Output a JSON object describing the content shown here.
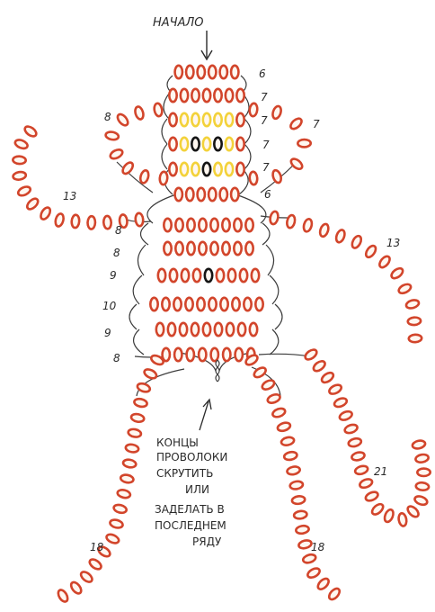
{
  "title": "НАЧАЛО",
  "note_lines": [
    "КОНЦЫ",
    "ПРОВОЛОКИ",
    "СКРУТИТЬ",
    "ИЛИ",
    "ЗАДЕЛАТЬ В",
    "ПОСЛЕДНЕМ",
    "РЯДУ"
  ],
  "row_counts": {
    "head": [
      "6",
      "7",
      "7",
      "7",
      "7"
    ],
    "neck": "6",
    "ears": [
      "8",
      "7"
    ],
    "body": [
      "8",
      "9",
      "10",
      "9",
      "8"
    ],
    "arms": [
      "13",
      "13"
    ],
    "legs": [
      "18",
      "18"
    ],
    "tail": "21"
  },
  "colors": {
    "bead_red": "#d2452b",
    "bead_yellow": "#f3d23a",
    "bead_black": "#151515",
    "wire": "#3b3b3b"
  }
}
